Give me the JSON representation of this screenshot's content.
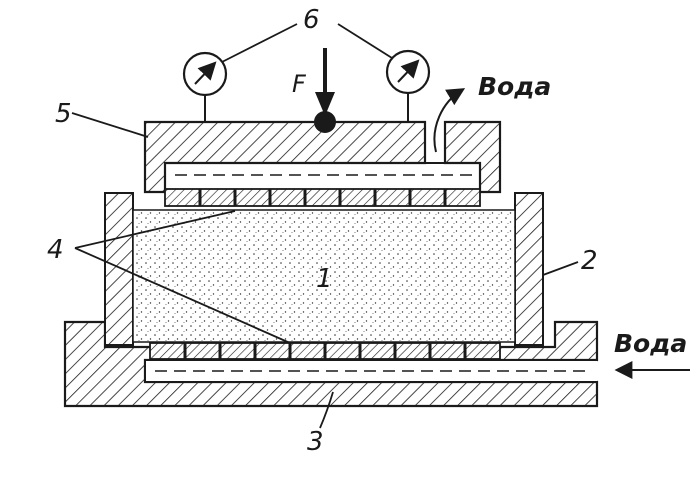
{
  "labels": {
    "sample": "1",
    "ring": "2",
    "base": "3",
    "filters": "4",
    "piston": "5",
    "gauges": "6",
    "force": "F",
    "water_out": "Вода",
    "water_in": "Вода"
  }
}
